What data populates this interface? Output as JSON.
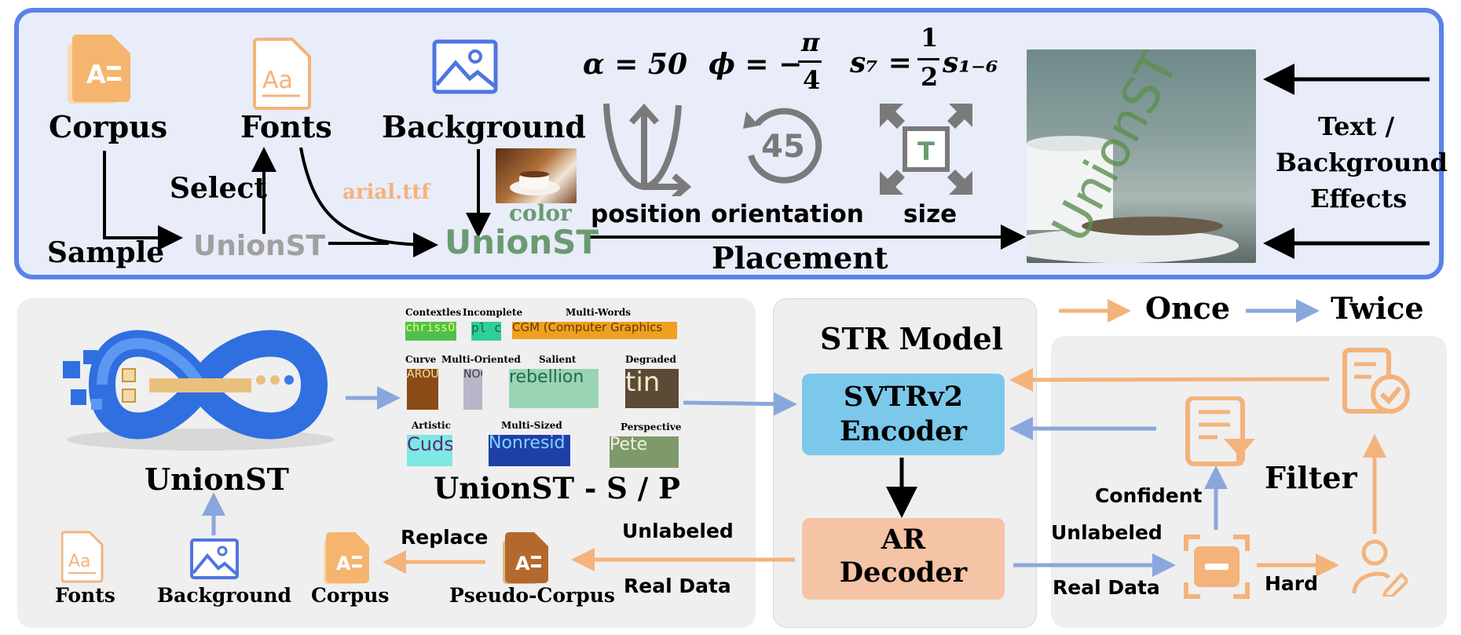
{
  "top": {
    "corpus": "Corpus",
    "fonts": "Fonts",
    "background": "Background",
    "select": "Select",
    "sample": "Sample",
    "unionst_gray": "UnionST",
    "arial": "arial.ttf",
    "color": "color",
    "unionst_green": "UnionST",
    "alpha_eq": "α = 50",
    "phi_eq": "ϕ = −",
    "pi": "π",
    "four": "4",
    "s7": "s₇ =",
    "one": "1",
    "two": "2",
    "s16": "s₁₋₆",
    "position": "position",
    "orientation": "orientation",
    "size": "size",
    "placement": "Placement",
    "orient_num": "45",
    "size_letter": "T",
    "effects_line1": "Text /",
    "effects_line2": "Background",
    "effects_line3": "Effects",
    "result_text": "UnionST"
  },
  "bottom_left": {
    "unionst": "UnionST",
    "fonts": "Fonts",
    "background": "Background",
    "corpus": "Corpus",
    "pseudo_corpus": "Pseudo-Corpus",
    "replace": "Replace",
    "unionst_sp": "UnionST - S / P"
  },
  "samples": [
    {
      "label": "Contextles",
      "text": "chrissOnet"
    },
    {
      "label": "Incomplete",
      "text": "pl c"
    },
    {
      "label": "Multi-Words",
      "text": "CGM (Computer Graphics"
    },
    {
      "label": "Curve",
      "text": "AROU"
    },
    {
      "label": "Multi-Oriented",
      "text": "NOO"
    },
    {
      "label": "Salient",
      "text": "rebellion"
    },
    {
      "label": "Degraded",
      "text": "tin"
    },
    {
      "label": "Artistic",
      "text": "Cuds"
    },
    {
      "label": "Multi-Sized",
      "text": "Nonresid"
    },
    {
      "label": "Perspective",
      "text": "Pete"
    }
  ],
  "model": {
    "title": "STR Model",
    "encoder_l1": "SVTRv2",
    "encoder_l2": "Encoder",
    "decoder_l1": "AR",
    "decoder_l2": "Decoder",
    "unlabeled_left": "Unlabeled",
    "real_left": "Real Data",
    "unlabeled_right": "Unlabeled",
    "real_right": "Real Data"
  },
  "legend": {
    "once": "Once",
    "twice": "Twice"
  },
  "filter": {
    "title": "Filter",
    "confident": "Confident",
    "hard": "Hard"
  },
  "colors": {
    "frame_blue": "#5b82e6",
    "orange": "#f4b37b",
    "soft_blue": "#8aa7dd",
    "green": "#6b9a72",
    "encoder": "#7cc8ea",
    "decoder": "#f5c3a5"
  }
}
